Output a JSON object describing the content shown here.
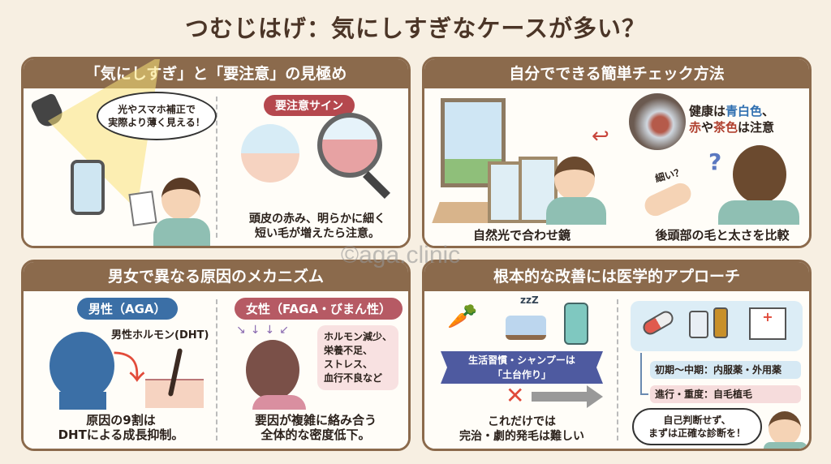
{
  "title": "つむじはげ：気にしすぎなケースが多い？",
  "panels": {
    "p1": {
      "header": "「気にしすぎ」と「要注意」の見極め",
      "bubble_line1": "光やスマホ補正で",
      "bubble_line2": "実際より薄く見える！",
      "sign_label": "要注意サイン",
      "caption_line1": "頭皮の赤み、明らかに細く",
      "caption_line2": "短い毛が増えたら注意。"
    },
    "p2": {
      "header": "自分でできる簡単チェック方法",
      "color_note": {
        "a": "健康は",
        "b": "青白色",
        "c": "、",
        "d": "赤",
        "e": "や",
        "f": "茶色",
        "g": "は注意"
      },
      "thin_question": "細い？",
      "caption_left": "自然光で合わせ鏡",
      "caption_right": "後頭部の毛と太さを比較"
    },
    "p3": {
      "header": "男女で異なる原因のメカニズム",
      "male_label": "男性（AGA）",
      "hormone_label": "男性ホルモン(DHT)",
      "male_caption_line1": "原因の9割は",
      "male_caption_line2": "DHTによる成長抑制。",
      "female_label": "女性（FAGA・びまん性）",
      "female_factors": [
        "ホルモン減少、",
        "栄養不足、",
        "ストレス、",
        "血行不良など"
      ],
      "female_caption_line1": "要因が複雑に絡み合う",
      "female_caption_line2": "全体的な密度低下。"
    },
    "p4": {
      "header": "根本的な改善には医学的アプローチ",
      "banner_line1": "生活習慣・シャンプーは",
      "banner_line2": "「土台作り」",
      "limit_line1": "これだけでは",
      "limit_line2": "完治・劇的発毛は難しい",
      "treatment_early": "初期〜中期：内服薬・外用薬",
      "treatment_advanced": "進行・重度：自毛植毛",
      "advice_line1": "自己判断せず、",
      "advice_line2": "まずは正確な診断を！"
    }
  },
  "watermark": "©aga.clinic",
  "colors": {
    "header": "#8b6a4c",
    "male": "#3b6fa6",
    "female": "#b65a64",
    "background": "#f7efe2"
  }
}
